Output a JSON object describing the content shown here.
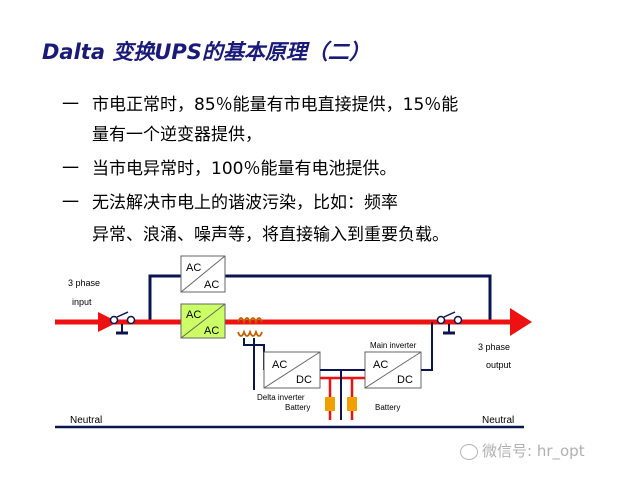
{
  "title": "Dalta 变换UPS的基本原理（二）",
  "bullets": {
    "b1_line1": "市电正常时，85％能量有市电直接提供，15％能",
    "b1_line2": "量有一个逆变器提供，",
    "b2": "当市电异常时，100％能量有电池提供。",
    "b3_line1": "无法解决市电上的谐波污染，比如：频率",
    "b3_line2": "异常、浪涌、噪声等，将直接输入到重要负载。",
    "dash": "一"
  },
  "diagram": {
    "input_label_1": "3  phase",
    "input_label_2": "input",
    "output_label_1": "3  phase",
    "output_label_2": "output",
    "bypass_box": {
      "top": "AC",
      "bottom": "AC"
    },
    "main_box": {
      "top": "AC",
      "bottom": "AC"
    },
    "delta_box": {
      "top": "AC",
      "bottom": "DC"
    },
    "main_inv_box": {
      "top": "AC",
      "bottom": "DC"
    },
    "delta_inverter": "Delta inverter",
    "main_inverter": "Main inverter",
    "battery_left": "Battery",
    "battery_right": "Battery",
    "neutral_left": "Neutral",
    "neutral_right": "Neutral"
  },
  "watermark": "微信号: hr_opt",
  "colors": {
    "title": "#1a1a7a",
    "power_line": "#ee1111",
    "wire": "#0a1450",
    "main_box_fill": "#ccff66",
    "battery": "#f0a000"
  }
}
